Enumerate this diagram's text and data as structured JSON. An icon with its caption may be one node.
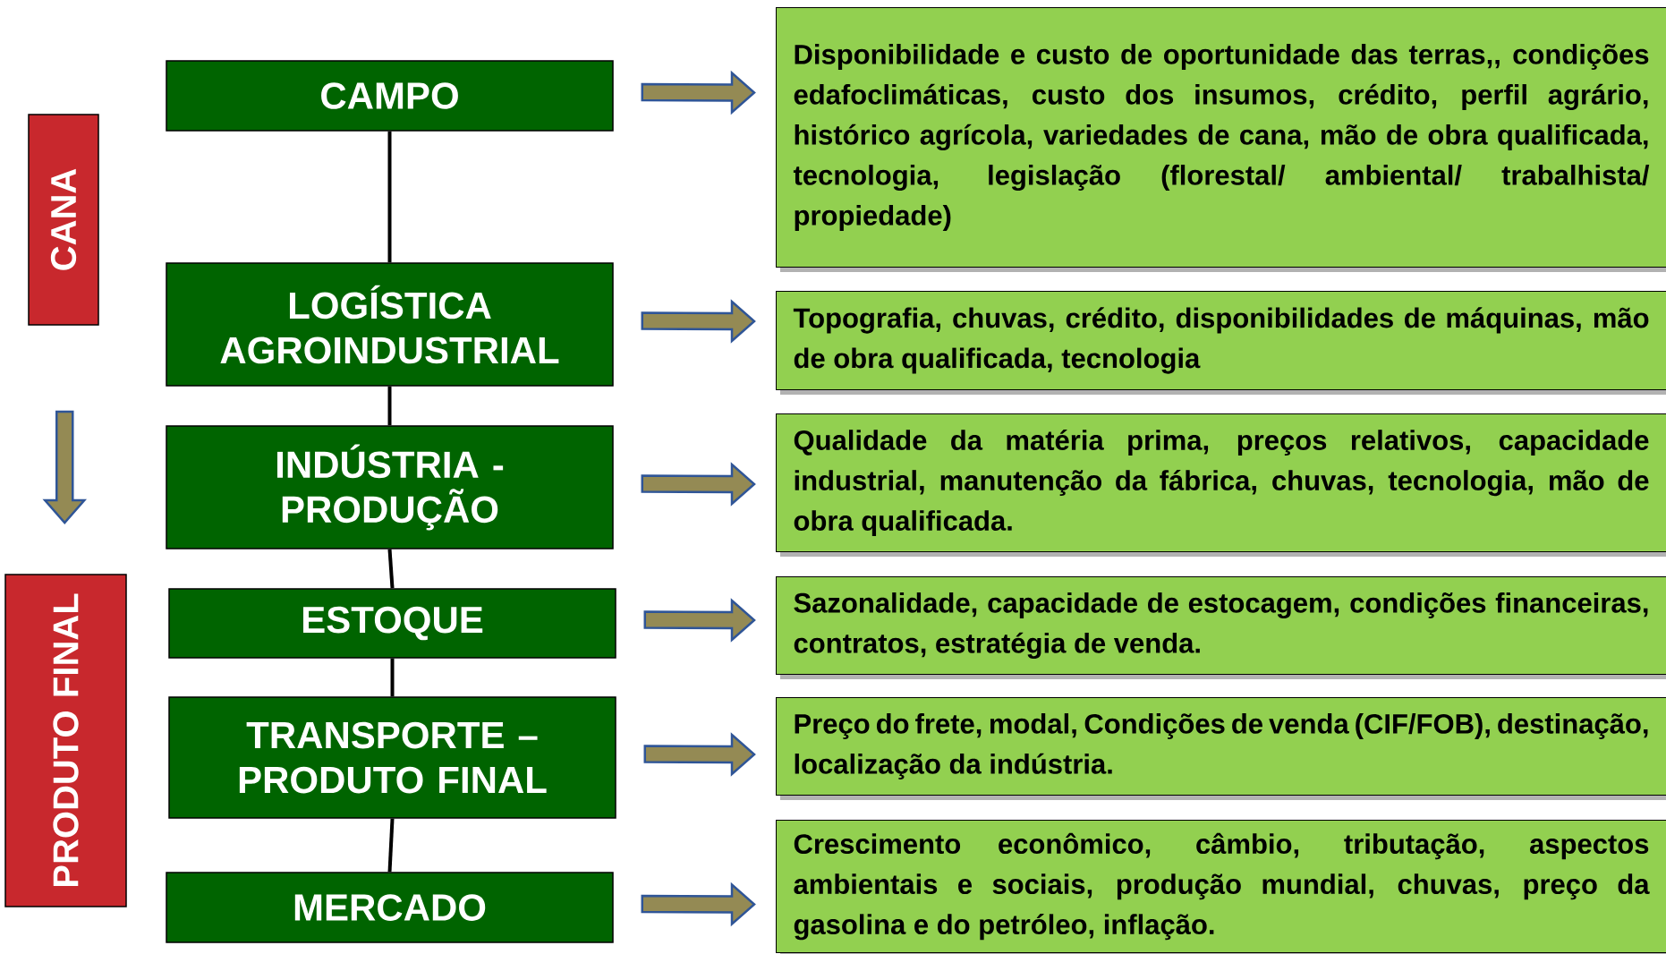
{
  "diagram": {
    "nodes": [
      {
        "text": [
          "CANA"
        ]
      },
      {
        "text": [
          "PRODUTO FINAL"
        ]
      },
      {
        "text": [
          "CAMPO"
        ]
      },
      {
        "text": [
          "LOGÍSTICA AGROINDUSTRIAL"
        ]
      },
      {
        "text": [
          "INDÚSTRIA - PRODUÇÃO"
        ]
      },
      {
        "text": [
          "ESTOQUE"
        ]
      },
      {
        "text": [
          "TRANSPORTE – PRODUTO FINAL"
        ]
      },
      {
        "text": [
          "MERCADO"
        ]
      },
      {
        "text": [
          "Disponibilidade e custo de oportunidade das terras,, condições edafoclimáticas, custo dos insumos, crédito, perfil agrário, histórico agrícola, variedades de cana, mão de obra qualificada, tecnologia, legislação (florestal/ ambiental/ trabalhista/ propiedade)"
        ]
      },
      {
        "text": [
          "Topografia, chuvas, crédito, disponibilidades de máquinas, mão de obra qualificada, tecnologia"
        ]
      },
      {
        "text": [
          "Qualidade da matéria prima, preços relativos, capacidade industrial, manutenção da fábrica, chuvas, tecnologia, mão de obra qualificada."
        ]
      },
      {
        "text": [
          "Sazonalidade, capacidade de estocagem, condições financeiras, contratos, estratégia de venda."
        ]
      },
      {
        "text": [
          "Preço do frete, modal,  Condições de venda (CIF/FOB), destinação, localização da indústria."
        ]
      },
      {
        "text": [
          "Crescimento econômico, câmbio, tributação, aspectos ambientais e sociais, produção mundial, chuvas, preço da gasolina e do petróleo, inflação."
        ]
      }
    ],
    "edges": [
      {
        "from": 0,
        "to": 1,
        "arrow": "to"
      },
      {
        "from": 2,
        "to": 3,
        "arrow": "none"
      },
      {
        "from": 3,
        "to": 4,
        "arrow": "none"
      },
      {
        "from": 4,
        "to": 5,
        "arrow": "none"
      },
      {
        "from": 5,
        "to": 6,
        "arrow": "none"
      },
      {
        "from": 6,
        "to": 7,
        "arrow": "none"
      },
      {
        "from": 2,
        "to": 8,
        "arrow": "to"
      },
      {
        "from": 3,
        "to": 9,
        "arrow": "to"
      },
      {
        "from": 4,
        "to": 10,
        "arrow": "to"
      },
      {
        "from": 5,
        "to": 11,
        "arrow": "to"
      },
      {
        "from": 6,
        "to": 12,
        "arrow": "to"
      },
      {
        "from": 7,
        "to": 13,
        "arrow": "to"
      }
    ]
  }
}
